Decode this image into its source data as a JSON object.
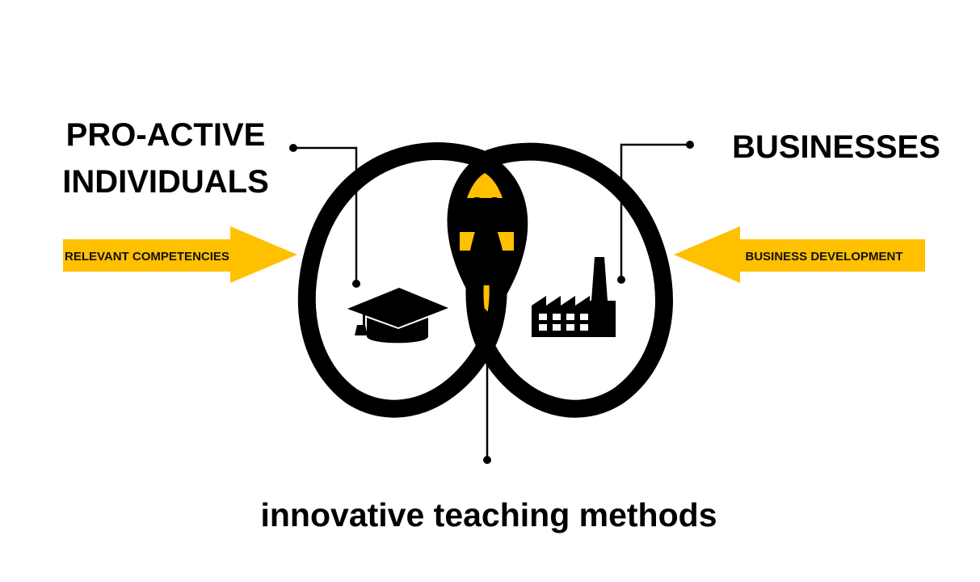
{
  "labels": {
    "individuals_line1": "PRO-ACTIVE",
    "individuals_line2": "INDIVIDUALS",
    "businesses": "BUSINESSES",
    "methods": "innovative teaching methods"
  },
  "arrows": {
    "left": "RELEVANT COMPETENCIES",
    "right": "BUSINESS DEVELOPMENT"
  },
  "icons": {
    "left": "graduation-cap-icon",
    "right": "factory-icon"
  },
  "colors": {
    "accent": "#FFC000",
    "ink": "#000000",
    "background": "#FFFFFF"
  }
}
